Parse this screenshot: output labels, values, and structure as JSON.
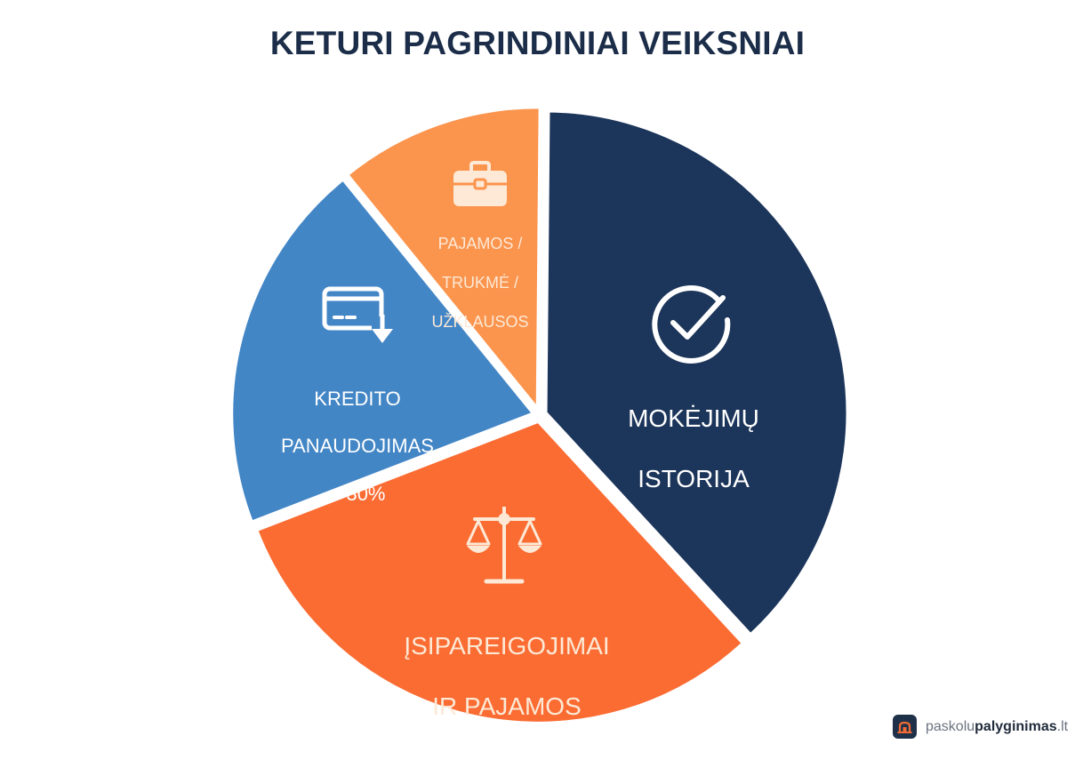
{
  "title": "KETURI PAGRINDINIAI VEIKSNIAI",
  "colors": {
    "navy": "#1c355a",
    "orange": "#fb6c33",
    "blue": "#4386c6",
    "light_orange": "#fb944d",
    "title": "#1b2d48"
  },
  "chart_data": {
    "type": "pie",
    "title": "KETURI PAGRINDINIAI VEIKSNIAI",
    "categories": [
      "MOKĖJIMŲ ISTORIJA",
      "ĮSIPAREIGOJIMAI IR PAJAMOS",
      "KREDITO PANAUDOJIMAS < 30%",
      "PAJAMOS / TRUKMĖ / UŽKLAUSOS"
    ],
    "values": [
      38,
      31,
      20,
      11
    ],
    "colors": [
      "#1c355a",
      "#fb6c33",
      "#4386c6",
      "#fb944d"
    ],
    "icons": [
      "check-circle-icon",
      "scales-icon",
      "credit-card-download-icon",
      "briefcase-icon"
    ],
    "start_angle_deg": 0,
    "direction": "clockwise",
    "legend": "none (labels inside slices)"
  },
  "slices": [
    {
      "line1": "MOKĖJIMŲ",
      "line2": "ISTORIJA",
      "line3": ""
    },
    {
      "line1": "ĮSIPAREIGOJIMAI",
      "line2": "IR PAJAMOS",
      "line3": ""
    },
    {
      "line1": "KREDITO",
      "line2": "PANAUDOJIMAS",
      "line3": "< 30%"
    },
    {
      "line1": "PAJAMOS /",
      "line2": "TRUKMĖ /",
      "line3": "UŽKLAUSOS"
    }
  ],
  "brand": {
    "prefix": "paskolu",
    "bold": "palyginimas",
    "suffix": ".lt"
  }
}
